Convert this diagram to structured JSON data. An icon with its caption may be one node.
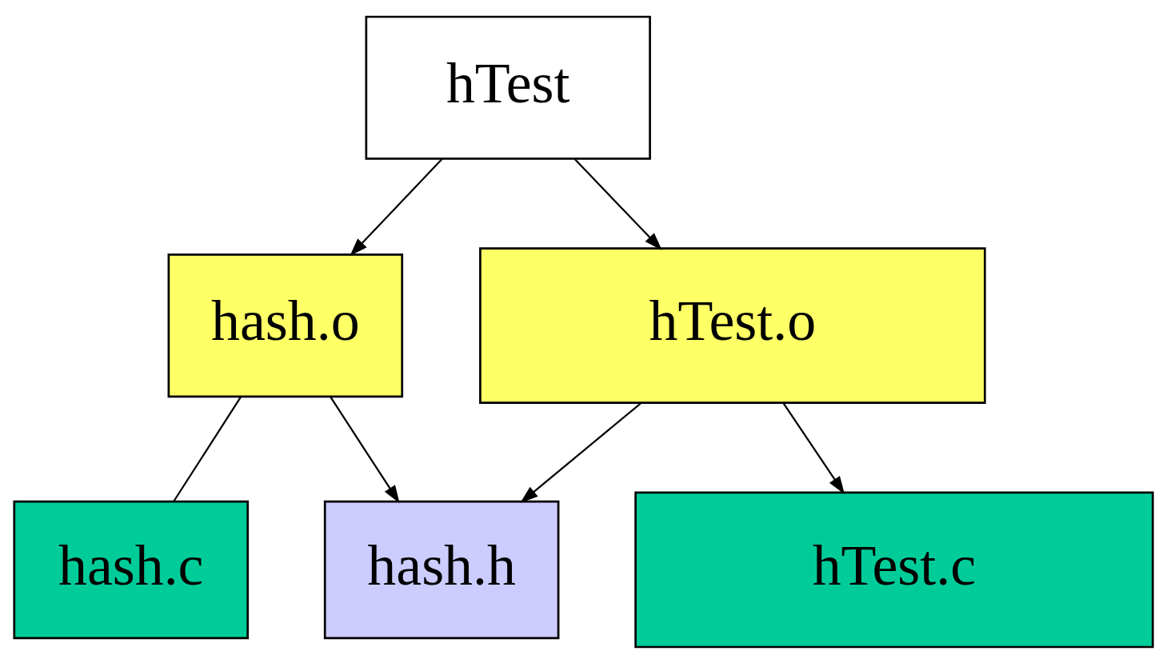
{
  "diagram": {
    "nodes": [
      {
        "text": [
          "hTest"
        ]
      },
      {
        "text": [
          "hash.o"
        ]
      },
      {
        "text": [
          "hTest.o"
        ]
      },
      {
        "text": [
          "hash.c"
        ]
      },
      {
        "text": [
          "hash.h"
        ]
      },
      {
        "text": [
          "hTest.c"
        ]
      }
    ],
    "edges": [
      {
        "from": 0,
        "to": 1,
        "arrow": "to"
      },
      {
        "from": 0,
        "to": 2,
        "arrow": "to"
      },
      {
        "from": 1,
        "to": 3,
        "arrow": "none"
      },
      {
        "from": 1,
        "to": 4,
        "arrow": "to"
      },
      {
        "from": 2,
        "to": 4,
        "arrow": "to"
      },
      {
        "from": 2,
        "to": 5,
        "arrow": "to"
      }
    ]
  }
}
